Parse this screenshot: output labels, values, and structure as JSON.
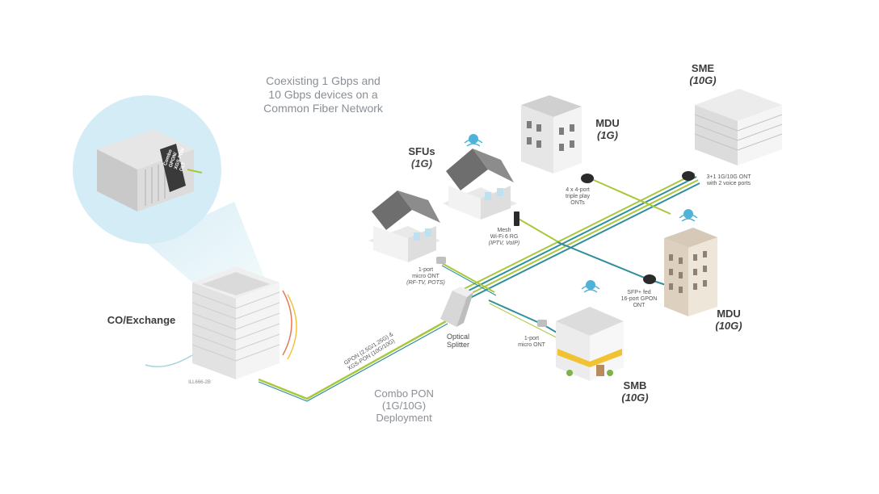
{
  "headline": [
    "Coexisting 1 Gbps and",
    "10 Gbps devices on a",
    "Common Fiber Network"
  ],
  "olt_label": [
    "Combo",
    "GPON/",
    "XGS-PON",
    "OLT"
  ],
  "co_exchange": "CO/Exchange",
  "ill_code": "ILL666-2B",
  "fiber_label": [
    "GPON (2.5G/1.25G) &",
    "XGS-PON (10G/10G)"
  ],
  "deployment": [
    "Combo PON",
    "(1G/10G)",
    "Deployment"
  ],
  "splitter": [
    "Optical",
    "Splitter"
  ],
  "sfus": {
    "title": "SFUs",
    "sub": "(1G)"
  },
  "sfu_ont": [
    "1-port",
    "micro ONT",
    "(RF-TV, POTS)"
  ],
  "mesh": [
    "Mesh",
    "Wi-Fi 6 RG",
    "(IPTV, VoIP)"
  ],
  "mdu1g": {
    "title": "MDU",
    "sub": "(1G)"
  },
  "mdu1g_ont": [
    "4 x 4-port",
    "triple play",
    "ONTs"
  ],
  "sme": {
    "title": "SME",
    "sub": "(10G)"
  },
  "sme_ont": [
    "3+1 1G/10G ONT",
    "with 2 voice ports"
  ],
  "mdu10g": {
    "title": "MDU",
    "sub": "(10G)"
  },
  "mdu10g_ont": [
    "SFP+ fed",
    "16-port GPON",
    "ONT"
  ],
  "smb": {
    "title": "SMB",
    "sub": "(10G)"
  },
  "smb_ont": [
    "1-port",
    "micro ONT"
  ],
  "colors": {
    "fiber_green": "#a8c83a",
    "fiber_blue": "#2f8f9d",
    "wifi_blue": "#4fb3d9"
  }
}
